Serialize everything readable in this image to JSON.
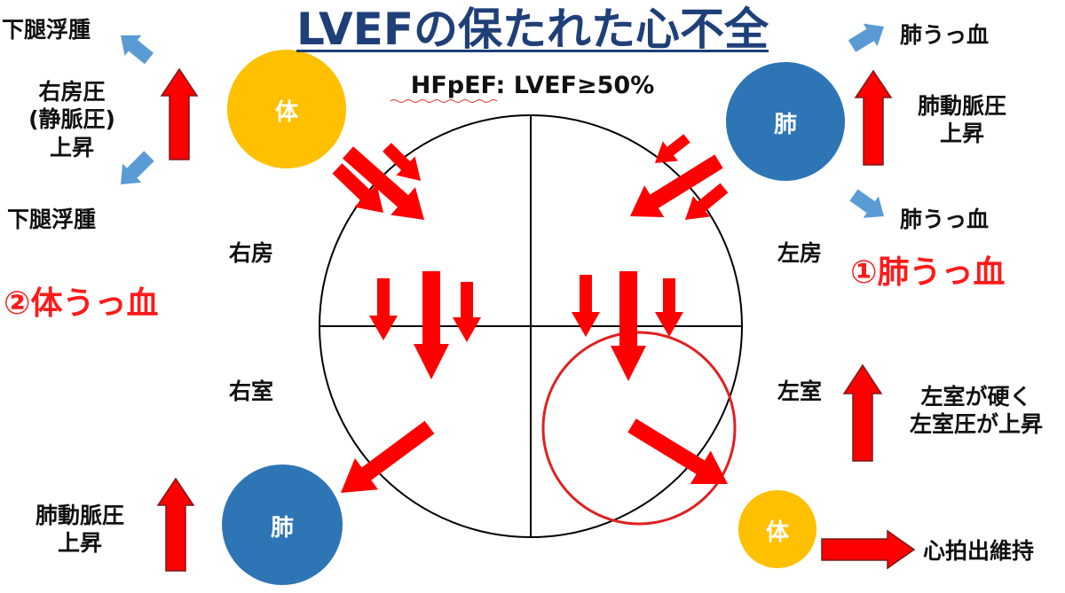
{
  "title": "LVEFの保たれた心不全",
  "subtitle": "HFpEF: LVEF≥50%",
  "chambers": {
    "right_atrium": "右房",
    "left_atrium": "左房",
    "right_ventricle": "右室",
    "left_ventricle": "左室"
  },
  "nodes": {
    "body_top": "体",
    "lung_top": "肺",
    "lung_bottom": "肺",
    "body_bottom": "体"
  },
  "left_side": {
    "edema_top": "下腿浮腫",
    "ra_pressure_line1": "右房圧",
    "ra_pressure_line2": "(静脈圧)",
    "ra_pressure_line3": "上昇",
    "edema_bottom": "下腿浮腫",
    "systemic_congestion": "②体うっ血",
    "pa_pressure_line1": "肺動脈圧",
    "pa_pressure_line2": "上昇"
  },
  "right_side": {
    "congestion_top": "肺うっ血",
    "pa_pressure_line1": "肺動脈圧",
    "pa_pressure_line2": "上昇",
    "congestion_bottom": "肺うっ血",
    "pulmonary_congestion": "①肺うっ血",
    "lv_stiff_line1": "左室が硬く",
    "lv_stiff_line2": "左室圧が上昇",
    "output_maintained": "心拍出維持"
  },
  "colors": {
    "title": "#1f3f78",
    "arrow_red": "#ff0000",
    "arrow_blue": "#5b9bd5",
    "body_node": "#ffc000",
    "lung_node": "#2e75b6",
    "emphasis_text": "#ff1a1a"
  }
}
